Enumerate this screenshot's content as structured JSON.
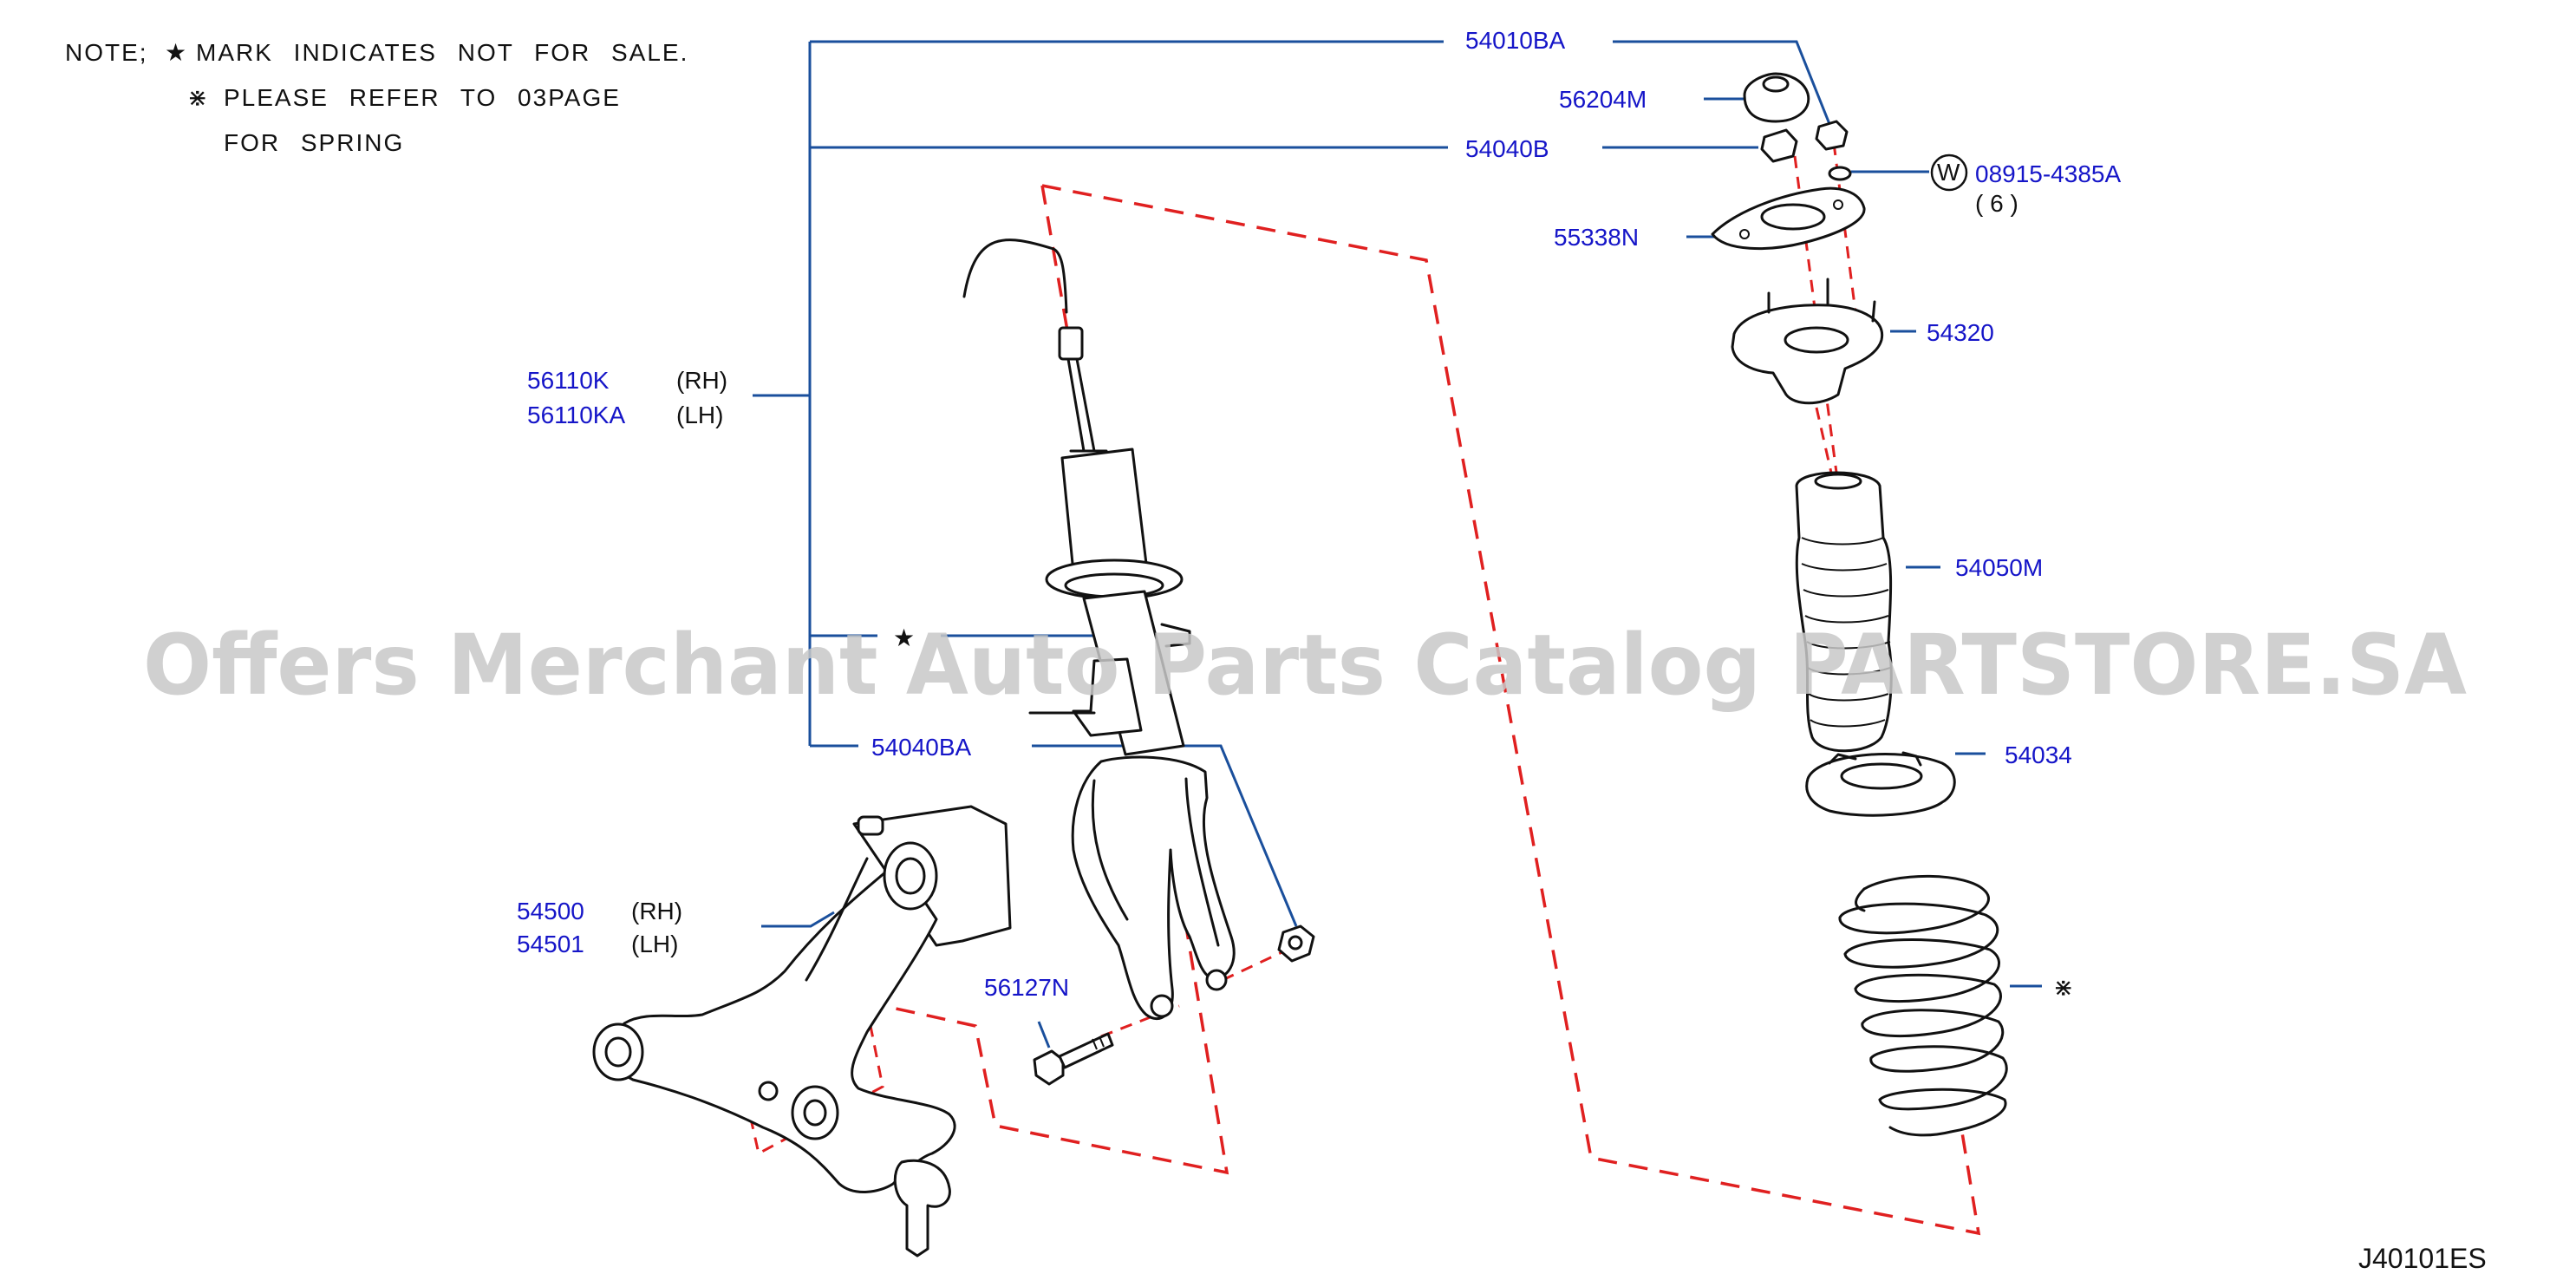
{
  "notes": {
    "line1_prefix": "NOTE;",
    "line1_star": "★",
    "line1_text": "MARK INDICATES NOT FOR SALE.",
    "line2_mark": "⋇",
    "line2_text": "PLEASE REFER TO 03PAGE",
    "line3_text": "FOR SPRING"
  },
  "watermark": "Offers Merchant Auto Parts Catalog PARTSTORE.SA",
  "diagram_code": "J40101ES",
  "labels": {
    "p54010BA": "54010BA",
    "p56204M": "56204M",
    "p54040B": "54040B",
    "p08915": "08915-4385A",
    "p08915_qty": "( 6 )",
    "washer_symbol": "W",
    "p55338N": "55338N",
    "p54320": "54320",
    "p56110K": "56110K",
    "p56110K_side": "(RH)",
    "p56110KA": "56110KA",
    "p56110KA_side": "(LH)",
    "p54050M": "54050M",
    "star": "★",
    "p54040BA": "54040BA",
    "p54034": "54034",
    "p54500": "54500",
    "p54500_side": "(RH)",
    "p54501": "54501",
    "p54501_side": "(LH)",
    "p56127N": "56127N",
    "spring_mark": "⋇"
  }
}
